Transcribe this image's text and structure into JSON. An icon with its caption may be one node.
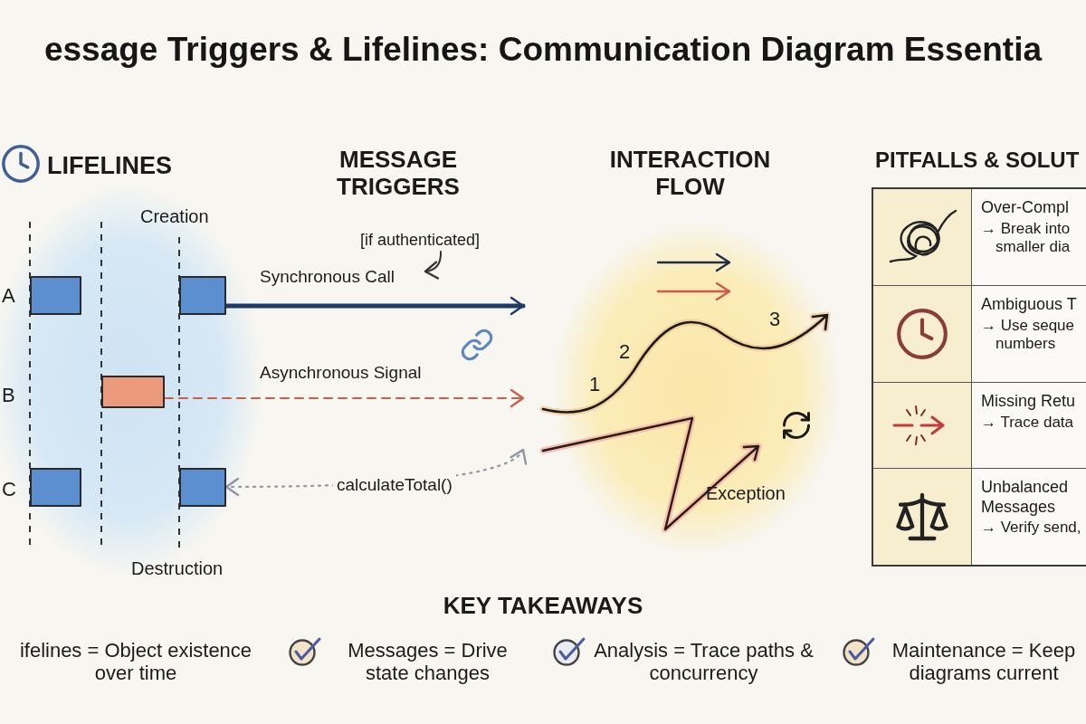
{
  "diagram": {
    "title": "essage Triggers & Lifelines: Communication Diagram Essentia",
    "nodes": [
      {
        "text": [],
        "shape": "box"
      },
      {
        "text": [],
        "shape": "box"
      },
      {
        "text": [],
        "shape": "box"
      },
      {
        "text": [],
        "shape": "box"
      },
      {
        "text": [],
        "shape": "box"
      },
      {
        "text": [
          "PITFALLS & SOLUT"
        ]
      },
      {
        "text": [
          "Over-Compl",
          "→ Break into smaller dia"
        ],
        "in": 5
      },
      {
        "text": [
          "Ambiguous T",
          "→ Use seque numbers"
        ],
        "in": 5
      },
      {
        "text": [
          "Missing Retu",
          "→ Trace data"
        ],
        "in": 5
      },
      {
        "text": [
          "Unbalanced Messages",
          "→ Verify send,"
        ],
        "in": 5
      },
      {
        "text": [
          "[if authenticated]"
        ]
      }
    ],
    "edges": [
      {
        "from": 1,
        "to": null,
        "arrow": "to",
        "label": "Synchronous Call",
        "style": "thick",
        "color": "#1f3a68"
      },
      {
        "from": 2,
        "to": null,
        "arrow": "to",
        "label": "Asynchronous Signal",
        "style": "dashed",
        "color": "#c8604a"
      },
      {
        "from": null,
        "to": 4,
        "arrow": "both",
        "label": "calculateTotal()",
        "style": "dashed",
        "color": "#8d96a3"
      },
      {
        "from": 10,
        "to": null,
        "arrow": "to"
      }
    ],
    "labels": [
      "LIFELINES",
      "Creation",
      "A",
      "B",
      "C",
      "Destruction",
      "MESSAGE TRIGGERS",
      "INTERACTION FLOW",
      "1",
      "2",
      "3",
      "Exception",
      "KEY TAKEAWAYS",
      "ifelines = Object existence over time",
      "Messages = Drive state changes",
      "Analysis = Trace paths & concurrency",
      "Maintenance = Keep diagrams current"
    ]
  }
}
